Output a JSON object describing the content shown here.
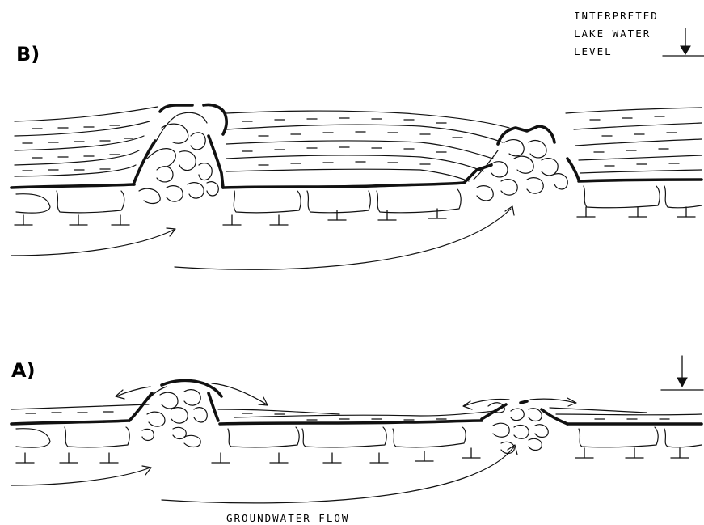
{
  "panels": {
    "b_label": "B)",
    "a_label": "A)"
  },
  "legend": {
    "line1": "INTERPRETED",
    "line2": "LAKE WATER",
    "line3": "LEVEL"
  },
  "flow_label": "GROUNDWATER FLOW",
  "colors": {
    "ink": "#111111",
    "background": "#ffffff"
  }
}
